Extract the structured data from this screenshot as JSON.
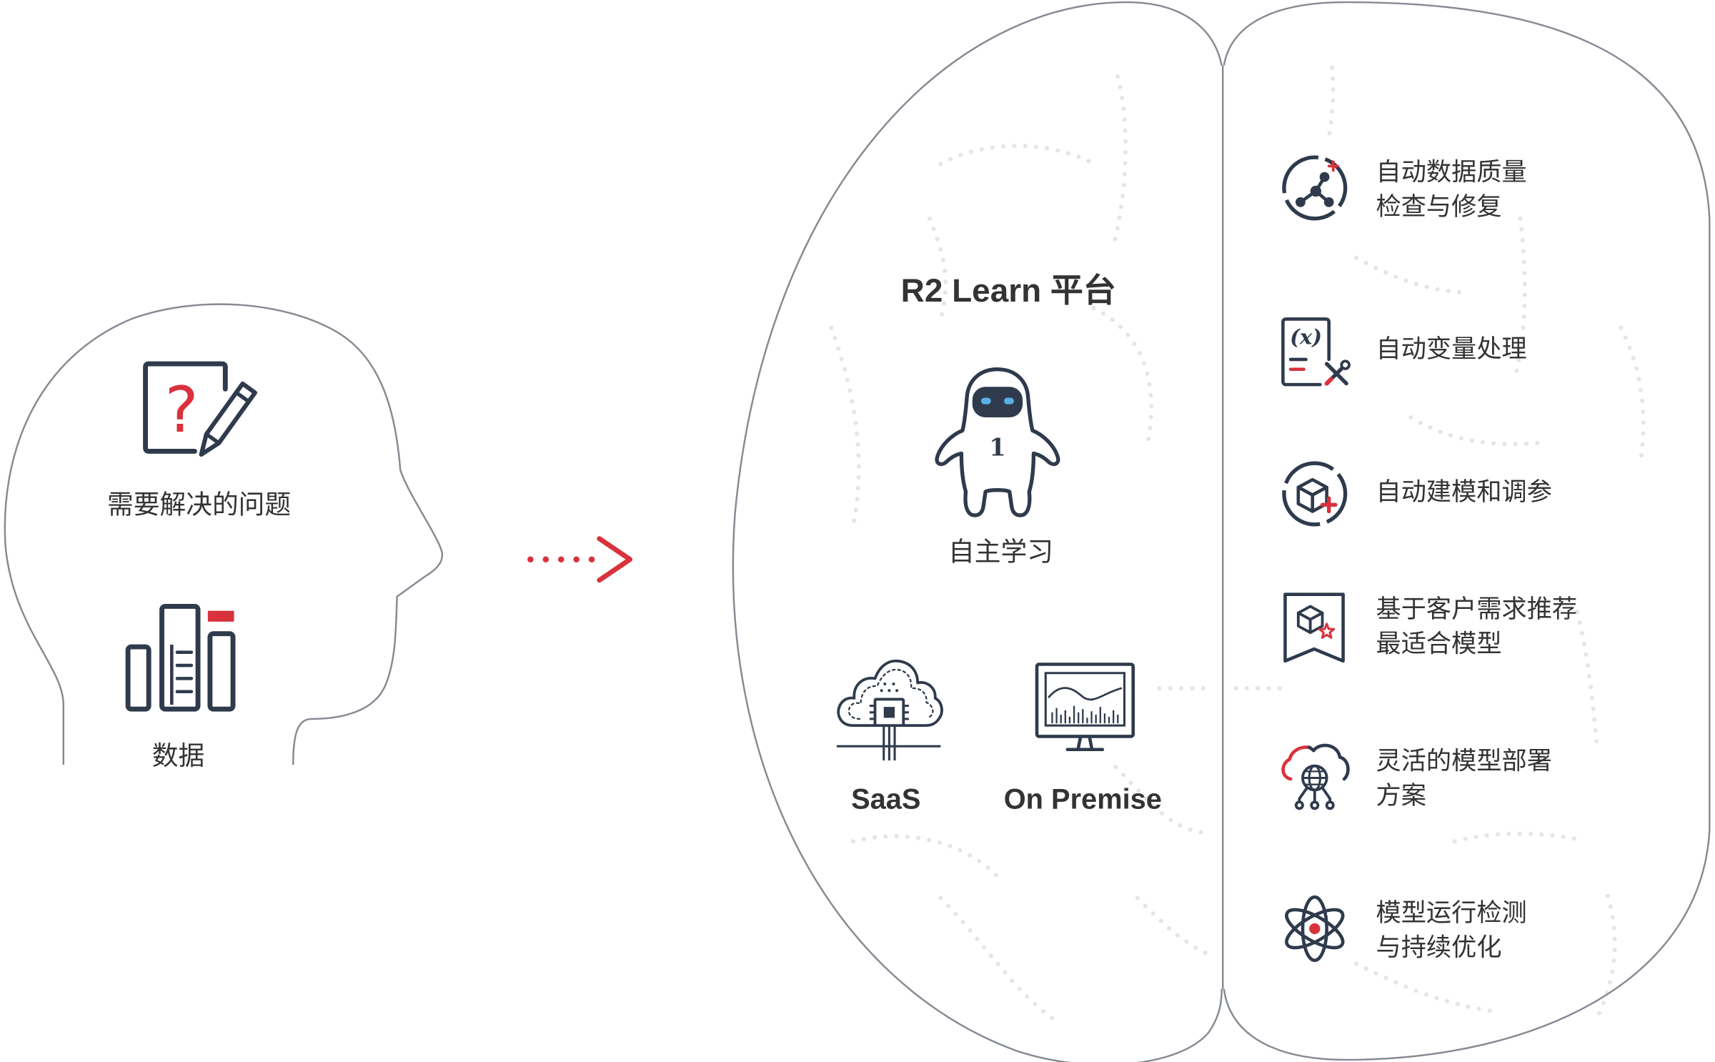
{
  "colors": {
    "accent": "#d8323c",
    "icon": "#2f3b4c",
    "outline": "#858a93",
    "text": "#333333",
    "robot_eye": "#5ab0e6"
  },
  "head": {
    "problem": {
      "icon": "question-document-icon",
      "glyph": "?",
      "label": "需要解决的问题"
    },
    "data": {
      "icon": "bar-chart-icon",
      "label": "数据"
    }
  },
  "connector": {
    "icon": "flow-arrow-icon"
  },
  "platform": {
    "title": "R2 Learn 平台",
    "agent": {
      "icon": "robot-icon",
      "badge": "1",
      "label": "自主学习"
    },
    "deployment": [
      {
        "icon": "cloud-chip-icon",
        "label": "SaaS"
      },
      {
        "icon": "monitor-icon",
        "label": "On Premise"
      }
    ]
  },
  "features": [
    {
      "icon": "data-quality-icon",
      "lines": [
        "自动数据质量",
        "检查与修复"
      ]
    },
    {
      "icon": "variable-processing-icon",
      "glyph": "(x)",
      "lines": [
        "自动变量处理"
      ]
    },
    {
      "icon": "modeling-icon",
      "lines": [
        "自动建模和调参"
      ]
    },
    {
      "icon": "recommend-model-icon",
      "lines": [
        "基于客户需求推荐",
        "最适合模型"
      ]
    },
    {
      "icon": "cloud-deploy-icon",
      "lines": [
        "灵活的模型部署",
        "方案"
      ]
    },
    {
      "icon": "atom-monitoring-icon",
      "lines": [
        "模型运行检测",
        "与持续优化"
      ]
    }
  ]
}
